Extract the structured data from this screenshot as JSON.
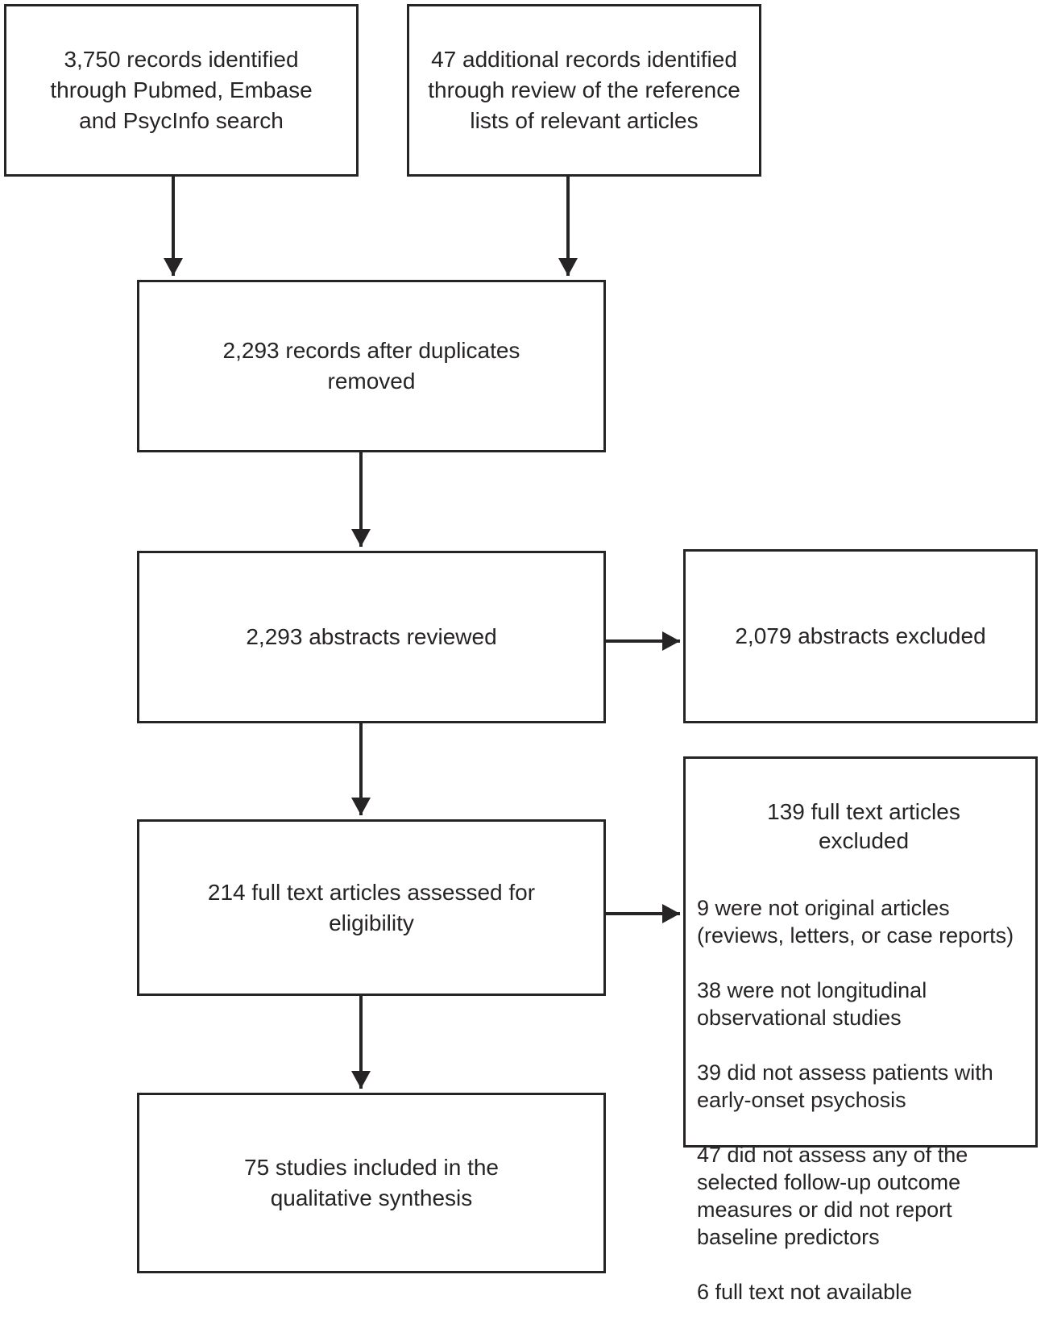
{
  "diagram": {
    "colors": {
      "ink": "#272425",
      "background": "#ffffff"
    },
    "boxes": {
      "records_identified": "3,750 records identified\nthrough Pubmed, Embase\nand PsycInfo search",
      "additional_records": "47 additional records identified\nthrough review of the reference\nlists of relevant articles",
      "after_duplicates": "2,293 records after duplicates\nremoved",
      "abstracts_reviewed": "2,293 abstracts reviewed",
      "abstracts_excluded": "2,079 abstracts excluded",
      "fulltext_assessed": "214 full text articles assessed for\neligibility",
      "fulltext_excluded": {
        "title": "139 full text articles\nexcluded",
        "reasons": [
          "9 were not original articles\n(reviews, letters, or case reports)",
          "38 were not longitudinal\nobservational studies",
          "39 did not assess patients with\nearly-onset psychosis",
          "47 did not assess any of the\nselected follow-up outcome\nmeasures or did not report\nbaseline predictors",
          "6 full text not available"
        ]
      },
      "included_synthesis": "75 studies included in the\nqualitative synthesis"
    }
  }
}
